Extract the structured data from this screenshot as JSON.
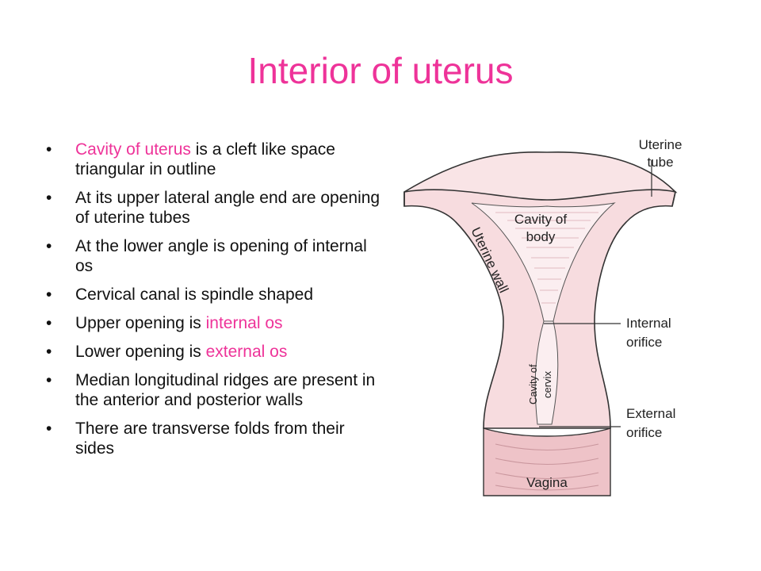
{
  "title": "Interior of uterus",
  "bullets": [
    {
      "highlight": "Cavity of uterus",
      "text": " is a cleft like space triangular in outline"
    },
    {
      "prefix": "At its upper lateral angle end are opening of uterine tubes"
    },
    {
      "prefix": "At the lower angle is opening of internal os"
    },
    {
      "prefix": "Cervical canal is spindle shaped"
    },
    {
      "prefix": "Upper opening is ",
      "highlight": "internal os"
    },
    {
      "prefix": "Lower opening is ",
      "highlight": "external os"
    },
    {
      "prefix": "Median longitudinal ridges are present in the anterior and posterior walls"
    },
    {
      "prefix": "There are transverse folds from their sides"
    }
  ],
  "diagram": {
    "labels": {
      "uterine_tube_1": "Uterine",
      "uterine_tube_2": "tube",
      "cavity_body_1": "Cavity of",
      "cavity_body_2": "body",
      "uterine_wall": "Uterine wall",
      "internal_orifice_1": "Internal",
      "internal_orifice_2": "orifice",
      "cavity_cervix_1": "Cavity of",
      "cavity_cervix_2": "cervix",
      "external_orifice_1": "External",
      "external_orifice_2": "orifice",
      "vagina": "Vagina"
    },
    "colors": {
      "tissue": "#f7dcdf",
      "tissue_dark": "#eec3c8",
      "outline": "#333333",
      "accent": "#ee3399"
    }
  }
}
